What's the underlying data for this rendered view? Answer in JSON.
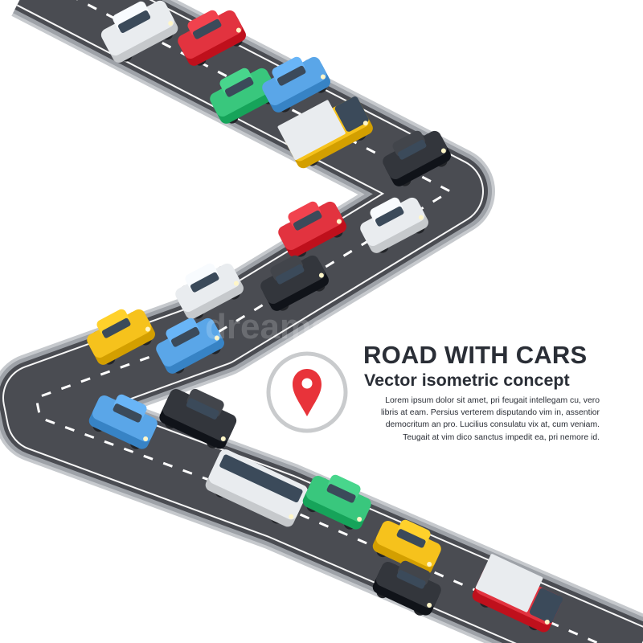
{
  "poster": {
    "title": "ROAD WITH CARS",
    "subtitle": "Vector isometric concept",
    "body_lines": [
      "Lorem ipsum dolor sit amet, pri feugait intellegam cu, vero",
      "libris at eam. Persius verterem disputando vim in, assentior",
      "democritum an pro. Lucilius consulatu vix at, cum veniam.",
      "Teugait at vim dico sanctus impedit ea, pri nemore id."
    ],
    "watermark": "dreamstime"
  },
  "colors": {
    "asphalt": "#4a4c52",
    "curb": "#c6c9cd",
    "lane_marking": "#ffffff",
    "pin_red": "#e8333a",
    "pin_ring": "#c9cbcd",
    "text": "#2a2e36"
  },
  "icons": {
    "location_pin": "map-pin-icon"
  },
  "vehicles": [
    {
      "kind": "van",
      "color": "#e9ecef"
    },
    {
      "kind": "car",
      "color": "#e2333f"
    },
    {
      "kind": "hatchback",
      "color": "#39c77d"
    },
    {
      "kind": "car",
      "color": "#5aa6e8"
    },
    {
      "kind": "truck",
      "color": "#f6c21c"
    },
    {
      "kind": "car",
      "color": "#33363c"
    },
    {
      "kind": "car",
      "color": "#e2333f"
    },
    {
      "kind": "car",
      "color": "#e9ecef"
    },
    {
      "kind": "car",
      "color": "#e9ecef"
    },
    {
      "kind": "car",
      "color": "#33363c"
    },
    {
      "kind": "hatchback",
      "color": "#f6c21c"
    },
    {
      "kind": "hatchback",
      "color": "#5aa6e8"
    },
    {
      "kind": "hatchback",
      "color": "#5aa6e8"
    },
    {
      "kind": "van",
      "color": "#33363c"
    },
    {
      "kind": "bus",
      "color": "#e9ecef"
    },
    {
      "kind": "hatchback",
      "color": "#39c77d"
    },
    {
      "kind": "car",
      "color": "#f6c21c"
    },
    {
      "kind": "car",
      "color": "#33363c"
    },
    {
      "kind": "truck",
      "color": "#e2333f"
    }
  ]
}
